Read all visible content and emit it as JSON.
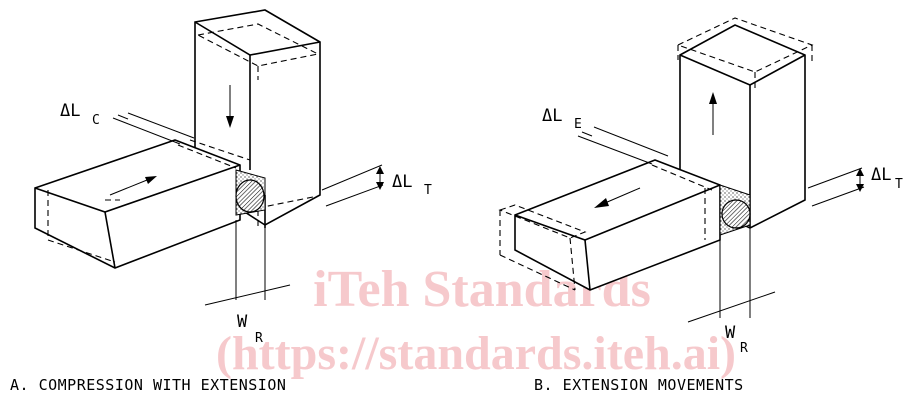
{
  "diagram": {
    "panels": [
      {
        "id": "A",
        "caption": "A. COMPRESSION WITH EXTENSION",
        "labels": {
          "delta_lc": "ΔL",
          "delta_lc_sub": "C",
          "delta_lt": "ΔL",
          "delta_lt_sub": "T",
          "wr": "W",
          "wr_sub": "R"
        }
      },
      {
        "id": "B",
        "caption": "B. EXTENSION MOVEMENTS",
        "labels": {
          "delta_le": "ΔL",
          "delta_le_sub": "E",
          "delta_lt": "ΔL",
          "delta_lt_sub": "T",
          "wr": "W",
          "wr_sub": "R"
        }
      }
    ],
    "watermark": {
      "line1": "iTeh Standards",
      "line2": "(https://standards.iteh.ai)"
    }
  }
}
